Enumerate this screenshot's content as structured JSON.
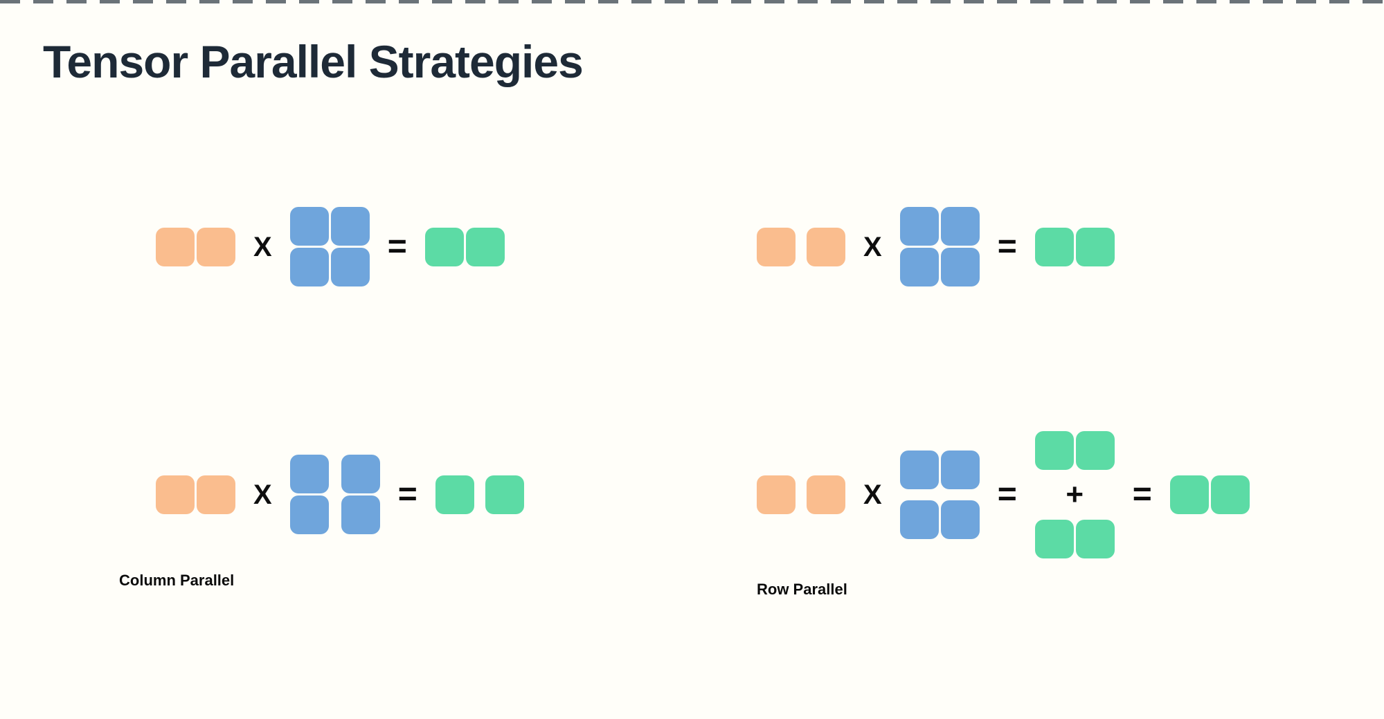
{
  "title": "Tensor Parallel Strategies",
  "operators": {
    "multiply": "X",
    "equals": "=",
    "plus": "+"
  },
  "labels": {
    "column_parallel": "Column Parallel",
    "row_parallel": "Row Parallel"
  },
  "colors": {
    "input_vector": "#FABD8E",
    "weight_matrix": "#6FA5DC",
    "output_vector": "#5CDBA5",
    "title_text": "#1E2A37",
    "operator_text": "#0E0E0E",
    "top_edge_squares": "#3A454E",
    "background": "#FFFEF9"
  },
  "diagrams": [
    {
      "id": "top-left",
      "label": "",
      "equation": "input(1x2) X weight(2x2) = output(1x2)",
      "input_blocks": 2,
      "input_split": false,
      "weight_blocks": 4,
      "weight_split": "none",
      "output_blocks": 2,
      "output_split": false
    },
    {
      "id": "top-right",
      "label": "",
      "equation": "input(1x2, sharded) X weight(2x2) = output(1x2)",
      "input_blocks": 2,
      "input_split": true,
      "weight_blocks": 4,
      "weight_split": "none",
      "output_blocks": 2,
      "output_split": false
    },
    {
      "id": "bottom-left",
      "label": "Column Parallel",
      "equation": "input(1x2) X weight(2x2, column split) = output(1x2, sharded)",
      "input_blocks": 2,
      "input_split": false,
      "weight_blocks": 4,
      "weight_split": "columns",
      "output_blocks": 2,
      "output_split": true
    },
    {
      "id": "bottom-right",
      "label": "Row Parallel",
      "equation": "input(1x2, sharded) X weight(2x2, row split) = partial(1x2) + partial(1x2) = output(1x2)",
      "input_blocks": 2,
      "input_split": true,
      "weight_blocks": 4,
      "weight_split": "rows",
      "partial_sum_blocks": [
        2,
        2
      ],
      "output_blocks": 2,
      "output_split": false
    }
  ]
}
